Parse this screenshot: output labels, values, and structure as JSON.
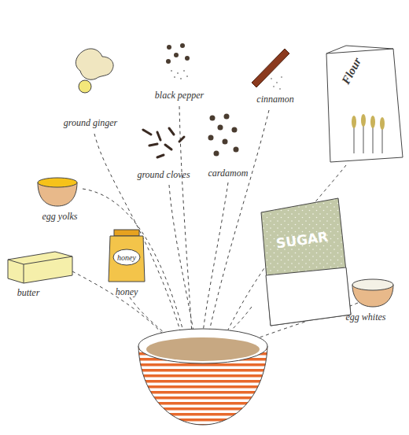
{
  "diagram": {
    "labels": [
      "ground ginger",
      "black pepper",
      "cinnamon",
      "Flour",
      "cardamom",
      "ground cloves",
      "egg yolks",
      "honey",
      "honey",
      "SUGAR",
      "butter",
      "egg whites"
    ]
  }
}
